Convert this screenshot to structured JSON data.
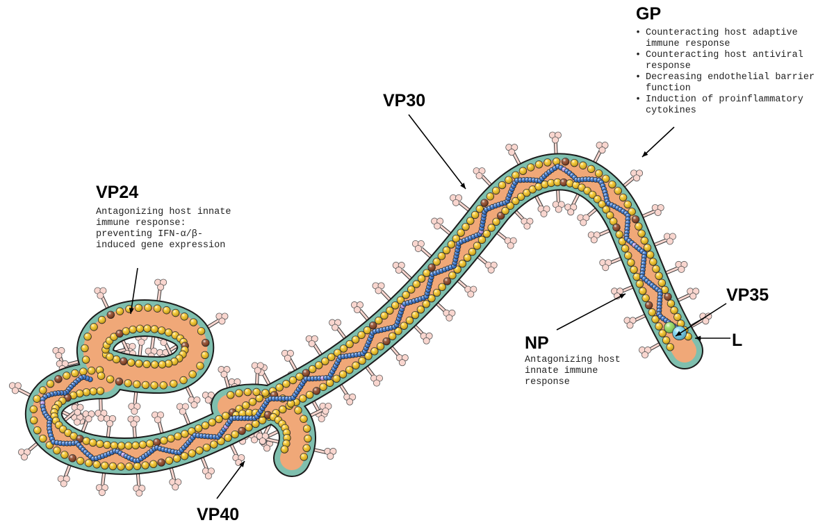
{
  "labels": {
    "gp": {
      "title": "GP",
      "functions": [
        "Counteracting host adaptive immune response",
        "Counteracting host antiviral response",
        "Decreasing endothelial barrier function",
        "Induction of proinflammatory cytokines"
      ]
    },
    "vp30": {
      "title": "VP30"
    },
    "vp24": {
      "title": "VP24",
      "description": "Antagonizing host innate immune response: preventing IFN-α/β-induced gene expression"
    },
    "vp35": {
      "title": "VP35"
    },
    "l": {
      "title": "L"
    },
    "np": {
      "title": "NP",
      "description": "Antagonizing host innate immune response"
    },
    "vp40": {
      "title": "VP40"
    }
  },
  "colors": {
    "envelope": "#7fbfae",
    "interior": "#f0a878",
    "matrix_bead": "#f5c21b",
    "vp24_bead": "#8b3e1c",
    "nucleocapsid_bead": "#2c6fd0",
    "vp30_bead": "#b48fe8",
    "glycoprotein": "#f9d6cf",
    "vp35_bead": "#8fdb5a",
    "l_bead": "#6fd2f0"
  }
}
